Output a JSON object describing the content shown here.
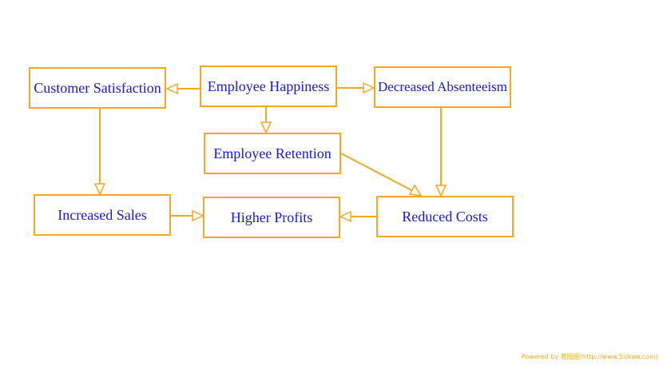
{
  "nodes": {
    "customer_satisfaction": "Customer Satisfaction",
    "employee_happiness": "Employee Happiness",
    "decreased_absenteeism": "Decreased Absenteeism",
    "employee_retention": "Employee Retention",
    "increased_sales": "Increased Sales",
    "higher_profits": "Higher Profits",
    "reduced_costs": "Reduced Costs"
  },
  "edges": [
    {
      "from": "employee_happiness",
      "to": "customer_satisfaction"
    },
    {
      "from": "employee_happiness",
      "to": "decreased_absenteeism"
    },
    {
      "from": "employee_happiness",
      "to": "employee_retention"
    },
    {
      "from": "customer_satisfaction",
      "to": "increased_sales"
    },
    {
      "from": "employee_retention",
      "to": "reduced_costs"
    },
    {
      "from": "decreased_absenteeism",
      "to": "reduced_costs"
    },
    {
      "from": "increased_sales",
      "to": "higher_profits"
    },
    {
      "from": "reduced_costs",
      "to": "higher_profits"
    }
  ],
  "footer": "Powered by 我图图(http://www.5idraw.com)",
  "colors": {
    "border": "#F5A623",
    "text": "#1a1ad6",
    "footer": "#E0B020"
  }
}
